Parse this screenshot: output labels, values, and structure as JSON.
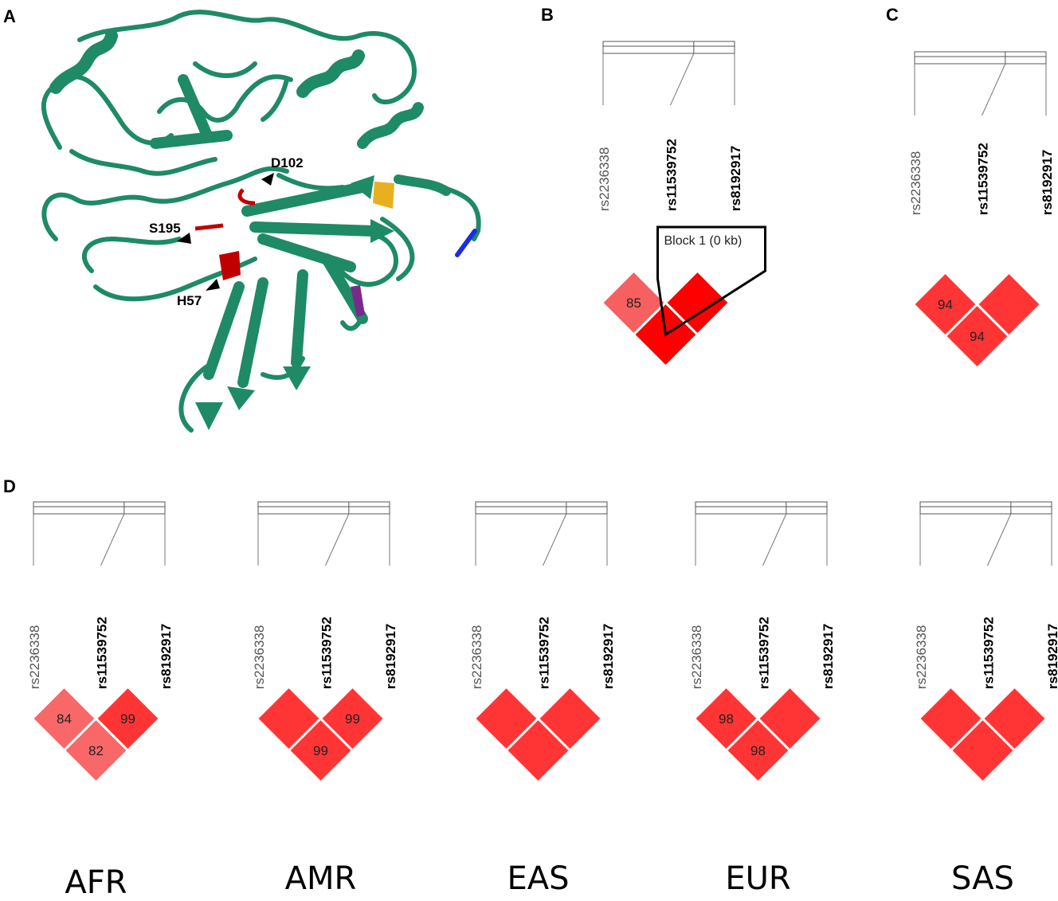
{
  "panels": {
    "A": {
      "letter": "A",
      "residues": [
        "D102",
        "S195",
        "H57"
      ]
    },
    "B": {
      "letter": "B",
      "block_label": "Block 1 (0 kb)"
    },
    "C": {
      "letter": "C"
    },
    "D": {
      "letter": "D"
    }
  },
  "snps": [
    {
      "id": "rs2236338",
      "bold": false
    },
    {
      "id": "rs11539752",
      "bold": true
    },
    {
      "id": "rs8192917",
      "bold": true
    }
  ],
  "ld_plots": [
    {
      "panel": "B",
      "label": "",
      "values": [
        "85",
        "",
        ""
      ],
      "colors": [
        "#f76060",
        "#ff0000",
        "#ff0000"
      ]
    },
    {
      "panel": "C",
      "label": "",
      "values": [
        "94",
        "94",
        ""
      ],
      "colors": [
        "#ff3535",
        "#ff3535",
        "#ff3535"
      ]
    },
    {
      "panel": "D",
      "label": "AFR",
      "values": [
        "84",
        "82",
        "99"
      ],
      "colors": [
        "#f86868",
        "#f86868",
        "#ff3535"
      ]
    },
    {
      "panel": "D",
      "label": "AMR",
      "values": [
        "",
        "99",
        "99"
      ],
      "colors": [
        "#ff3535",
        "#ff3535",
        "#ff3535"
      ]
    },
    {
      "panel": "D",
      "label": "EAS",
      "values": [
        "",
        "",
        ""
      ],
      "colors": [
        "#ff3535",
        "#ff3535",
        "#ff3535"
      ]
    },
    {
      "panel": "D",
      "label": "EUR",
      "values": [
        "98",
        "98",
        ""
      ],
      "colors": [
        "#ff3535",
        "#ff3535",
        "#ff3535"
      ]
    },
    {
      "panel": "D",
      "label": "SAS",
      "values": [
        "",
        "",
        ""
      ],
      "colors": [
        "#ff3535",
        "#ff3535",
        "#ff3535"
      ]
    }
  ],
  "colors": {
    "protein": "#1e8a66",
    "catalytic": "#c00000",
    "helix_end": "#e8b020",
    "strand_accent": "#7a2a8c",
    "terminus": "#1a2ee0"
  }
}
